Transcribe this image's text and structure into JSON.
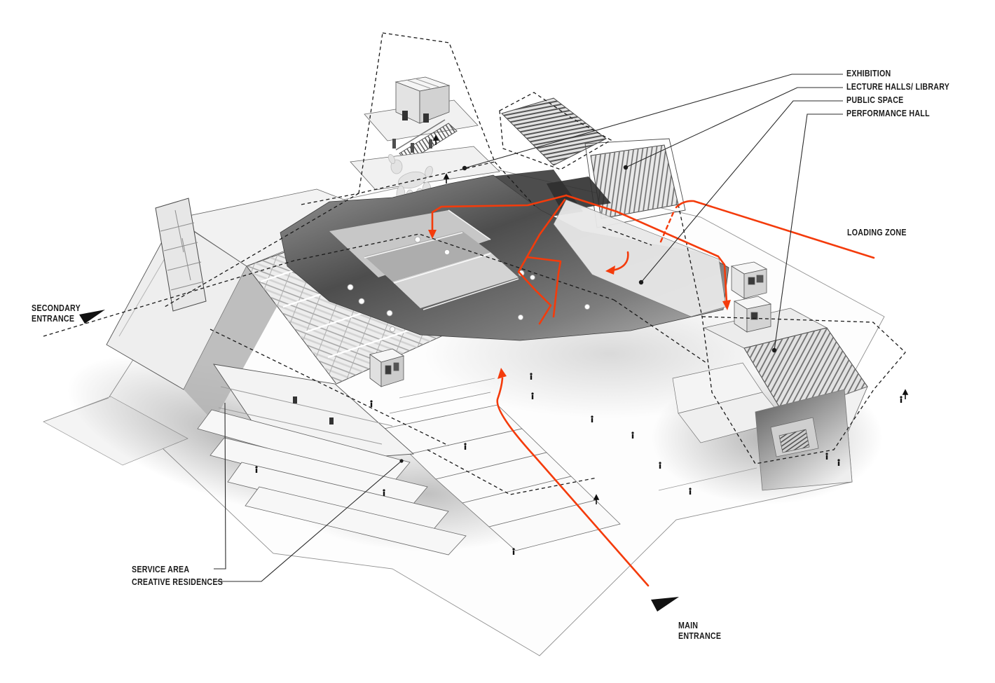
{
  "diagram": {
    "type": "architectural-axonometric-program-diagram",
    "colors": {
      "accent_orange": "#f43b0b",
      "ink": "#1c1c1c",
      "line_gray": "#4a4a4a",
      "background": "#ffffff"
    },
    "callouts": {
      "program": [
        {
          "id": "exhibition",
          "text": "EXHIBITION"
        },
        {
          "id": "lecture_halls_library",
          "text": "LECTURE HALLS/ LIBRARY"
        },
        {
          "id": "public_space",
          "text": "PUBLIC SPACE"
        },
        {
          "id": "performance_hall",
          "text": "PERFORMANCE HALL"
        }
      ],
      "loading_zone": {
        "text": "LOADING ZONE"
      },
      "secondary_entrance": {
        "line1": "SECONDARY",
        "line2": "ENTRANCE"
      },
      "service_area": {
        "text": "SERVICE AREA"
      },
      "creative_residences": {
        "text": "CREATIVE RESIDENCES"
      },
      "main_entrance": {
        "line1": "MAIN",
        "line2": "ENTRANCE"
      }
    },
    "icons": {
      "secondary_entrance_marker": "right-triangle-arrow",
      "main_entrance_marker": "right-triangle-arrow",
      "circulation_arrows": "orange-route-arrows"
    }
  }
}
